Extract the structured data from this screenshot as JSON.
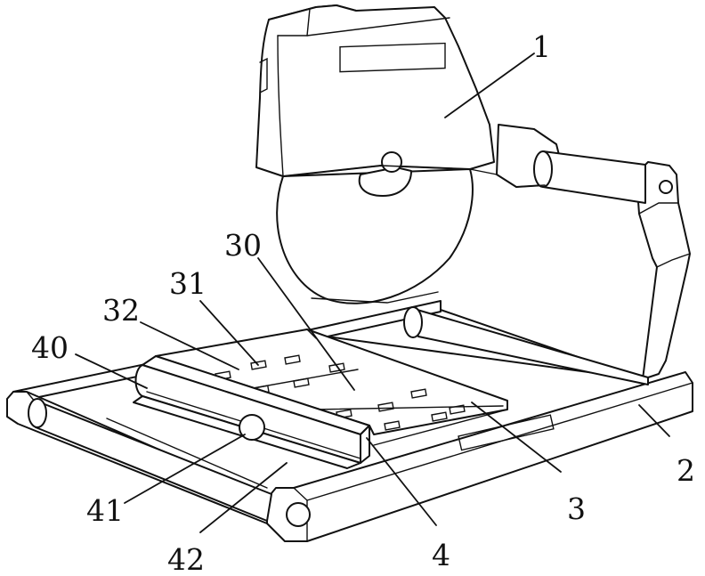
{
  "labels": {
    "l1": "1",
    "l2": "2",
    "l3": "3",
    "l4": "4",
    "l30": "30",
    "l31": "31",
    "l32": "32",
    "l40": "40",
    "l41": "41",
    "l42": "42"
  }
}
